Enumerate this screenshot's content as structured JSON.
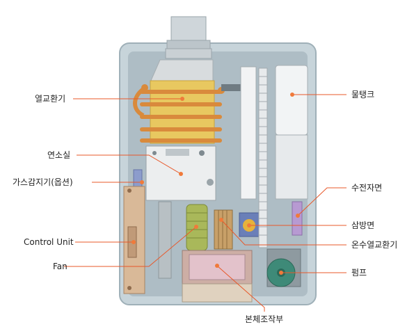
{
  "labels": {
    "heat_exchanger": "열교환기",
    "combustion_chamber": "연소실",
    "gas_sensor": "가스감지기(옵션)",
    "control_unit": "Control Unit",
    "fan": "Fan",
    "water_tank": "물탱크",
    "water_valve_face": "수전자면",
    "three_way_valve": "삼방면",
    "hot_water_heat_exchanger": "온수열교환기",
    "pump": "펌프",
    "body_control_panel": "본체조작부"
  },
  "colors": {
    "leader_line": "#e8582a",
    "marker_dot": "#f07a3a",
    "cabinet": "#c9d6dc",
    "heat_exchanger": "#e8c860",
    "copper_pipe": "#d98a3c",
    "pump": "#3e8a78"
  }
}
